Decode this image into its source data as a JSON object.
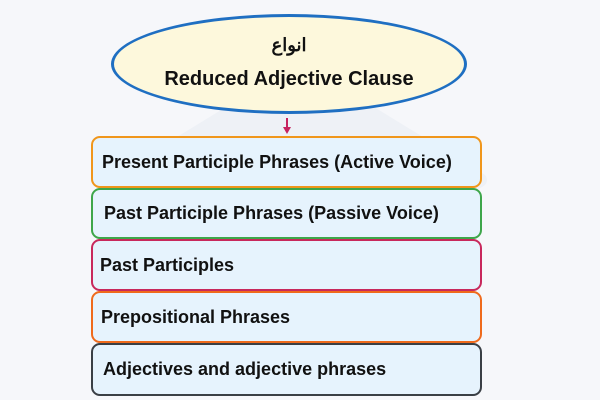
{
  "diagram": {
    "root": {
      "title_fa": "انواع",
      "title_en": "Reduced Adjective Clause",
      "fill": "#fdf8dc",
      "border": "#1f6fc2"
    },
    "arrow_color": "#c7245f",
    "items": [
      {
        "label": "Present Participle Phrases (Active Voice)",
        "border": "#f0961b"
      },
      {
        "label": "Past Participle Phrases (Passive Voice)",
        "border": "#3ea64a"
      },
      {
        "label": "Past Participles",
        "border": "#c8285c"
      },
      {
        "label": "Prepositional Phrases",
        "border": "#ef6a1c"
      },
      {
        "label": "Adjectives and adjective phrases",
        "border": "#3a3f45"
      }
    ],
    "box_fill": "#e6f3fd"
  }
}
